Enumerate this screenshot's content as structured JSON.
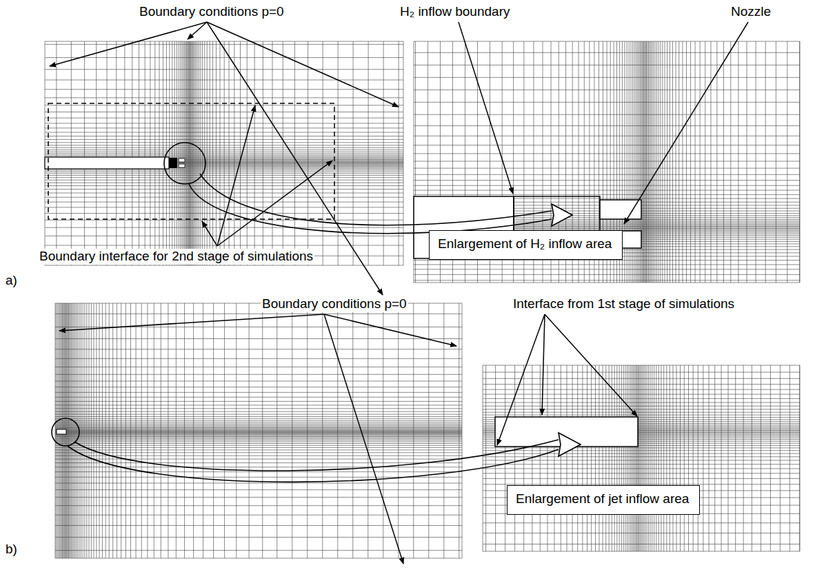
{
  "diagram": {
    "nodes": [
      {
        "text": [
          "Enlargement of H₂ inflow area"
        ]
      },
      {
        "text": [
          "Enlargement of jet inflow area"
        ]
      }
    ],
    "labels": [
      "Boundary conditions p=0",
      "H₂ inflow boundary",
      "Nozzle",
      "Boundary interface for 2nd stage of simulations",
      "a)",
      "Boundary conditions p=0",
      "Interface from 1st stage of simulations",
      "b)"
    ]
  }
}
